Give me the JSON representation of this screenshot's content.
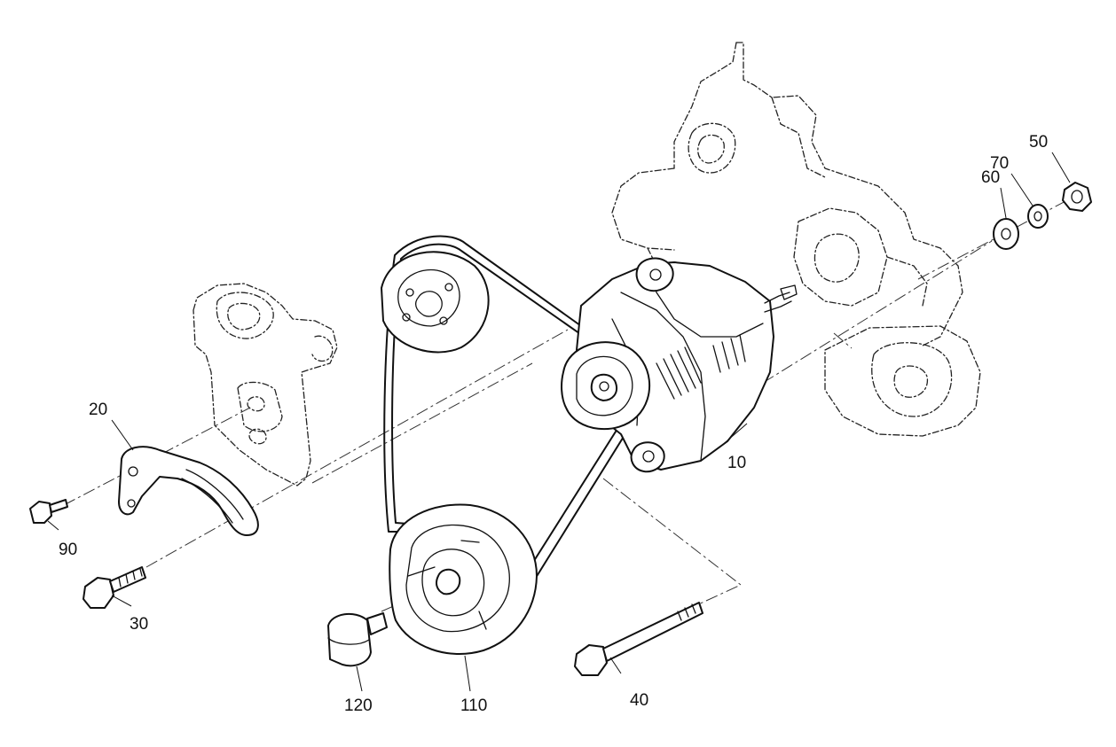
{
  "callouts": [
    {
      "id": "c10",
      "label": "10"
    },
    {
      "id": "c20",
      "label": "20"
    },
    {
      "id": "c30",
      "label": "30"
    },
    {
      "id": "c40",
      "label": "40"
    },
    {
      "id": "c50",
      "label": "50"
    },
    {
      "id": "c60",
      "label": "60"
    },
    {
      "id": "c70",
      "label": "70"
    },
    {
      "id": "c90",
      "label": "90"
    },
    {
      "id": "c110",
      "label": "110"
    },
    {
      "id": "c120",
      "label": "120"
    }
  ]
}
